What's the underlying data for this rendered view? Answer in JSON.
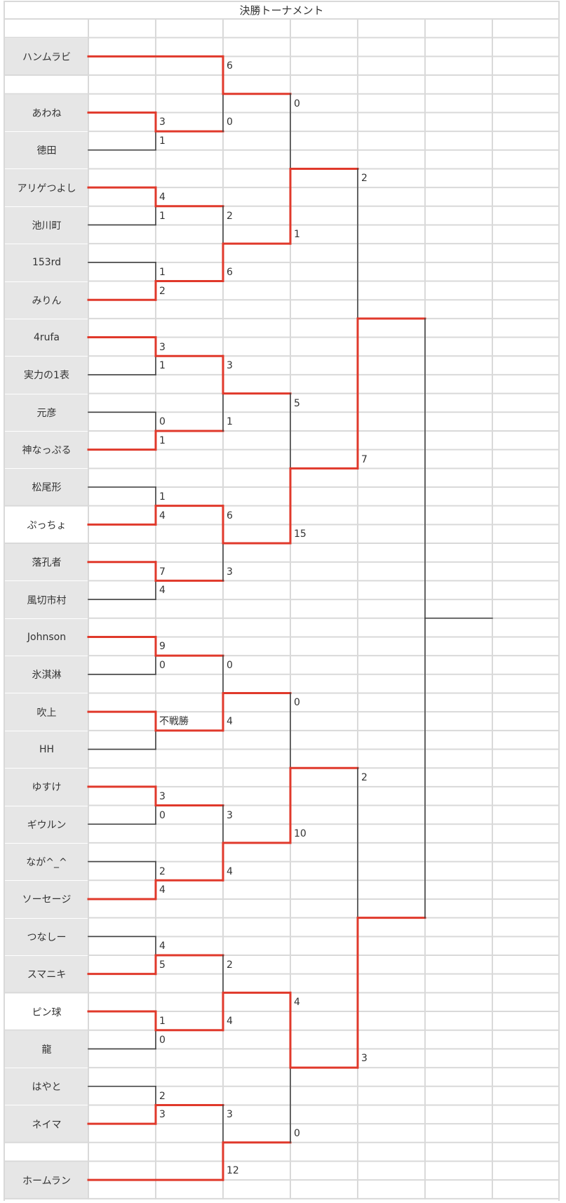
{
  "title": "決勝トーナメント",
  "teams": [
    "ハンムラビ",
    "あわね",
    "徳田",
    "アリゲつよし",
    "池川町",
    "153rd",
    "みりん",
    "4rufa",
    "実力の1表",
    "元彦",
    "神なっぷる",
    "松尾形",
    "ぷっちょ",
    "落孔者",
    "風切市村",
    "Johnson",
    "氷淇淋",
    "吹上",
    "HH",
    "ゆすけ",
    "ギウルン",
    "なが^_^",
    "ソーセージ",
    "つなしー",
    "スマニキ",
    "ピン球",
    "龍",
    "はやと",
    "ネイマ",
    "ホームラン"
  ],
  "bracket": {
    "round1": [
      {
        "top": "3",
        "bottom": "1",
        "winner": "top"
      },
      {
        "top": "4",
        "bottom": "1",
        "winner": "top"
      },
      {
        "top": "1",
        "bottom": "2",
        "winner": "bottom"
      },
      {
        "top": "3",
        "bottom": "1",
        "winner": "top"
      },
      {
        "top": "0",
        "bottom": "1",
        "winner": "bottom"
      },
      {
        "top": "1",
        "bottom": "4",
        "winner": "bottom"
      },
      {
        "top": "7",
        "bottom": "4",
        "winner": "top"
      },
      {
        "top": "9",
        "bottom": "0",
        "winner": "top"
      },
      {
        "top": "不戦勝",
        "bottom": "",
        "winner": "top"
      },
      {
        "top": "3",
        "bottom": "0",
        "winner": "top"
      },
      {
        "top": "2",
        "bottom": "4",
        "winner": "bottom"
      },
      {
        "top": "4",
        "bottom": "5",
        "winner": "bottom"
      },
      {
        "top": "1",
        "bottom": "0",
        "winner": "top"
      },
      {
        "top": "2",
        "bottom": "3",
        "winner": "bottom"
      }
    ],
    "round2": [
      {
        "top": "6",
        "bottom": "0",
        "winner": "top"
      },
      {
        "top": "2",
        "bottom": "6",
        "winner": "bottom"
      },
      {
        "top": "3",
        "bottom": "1",
        "winner": "top"
      },
      {
        "top": "6",
        "bottom": "3",
        "winner": "top"
      },
      {
        "top": "0",
        "bottom": "4",
        "winner": "bottom"
      },
      {
        "top": "3",
        "bottom": "4",
        "winner": "bottom"
      },
      {
        "top": "2",
        "bottom": "4",
        "winner": "bottom"
      },
      {
        "top": "3",
        "bottom": "12",
        "winner": "bottom"
      }
    ],
    "round3": [
      {
        "top": "0",
        "bottom": "1",
        "winner": "bottom"
      },
      {
        "top": "5",
        "bottom": "15",
        "winner": "bottom"
      },
      {
        "top": "0",
        "bottom": "10",
        "winner": "bottom"
      },
      {
        "top": "4",
        "bottom": "0",
        "winner": "top"
      }
    ],
    "round4": [
      {
        "top": "2",
        "bottom": "7",
        "winner": "bottom"
      },
      {
        "top": "2",
        "bottom": "3",
        "winner": "bottom"
      }
    ],
    "final": {
      "winner": ""
    }
  },
  "colors": {
    "winner_line": "#e0392b",
    "loser_line": "#444444",
    "grid": "#d9d9d9",
    "name_bg": "#e6e6e6"
  }
}
